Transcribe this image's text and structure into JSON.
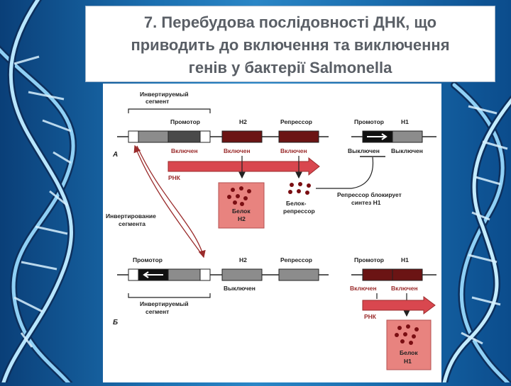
{
  "title": {
    "line1": "7. Перебудова послідовності ДНК, що",
    "line2": "приводить до включення та виключення",
    "line3": "генів  у бактерії Salmonella"
  },
  "figure": {
    "panel_a": {
      "label": "А",
      "inverted_segment_label": [
        "Инвертируемый",
        "сегмент"
      ],
      "promoter_label": "Промотор",
      "h2_label": "H2",
      "repressor_label": "Репрессор",
      "state_promoter": "Включен",
      "state_h2": "Включен",
      "state_repressor": "Включен",
      "rna_label": "РНК",
      "protein_h2_label": [
        "Белок",
        "H2"
      ],
      "protein_repressor_label": [
        "Белок-",
        "репрессор"
      ],
      "h1_promoter_label": "Промотор",
      "h1_label": "H1",
      "h1_state_promoter": "Выключен",
      "h1_state_gene": "Выключен",
      "repressor_note": [
        "Репрессор блокирует",
        "синтез H1"
      ]
    },
    "inversion_label": [
      "Инвертирование",
      "сегмента"
    ],
    "panel_b": {
      "label": "Б",
      "promoter_label": "Промотор",
      "h2_label": "H2",
      "repressor_label": "Репрессор",
      "state_h2": "Выключен",
      "inverted_segment_label": [
        "Инвертируемый",
        "сегмент"
      ],
      "h1_promoter_label": "Промотор",
      "h1_label": "H1",
      "h1_state_promoter": "Включен",
      "h1_state_gene": "Включен",
      "rna_label": "РНК",
      "protein_h1_label": [
        "Белок",
        "H1"
      ]
    },
    "colors": {
      "gene_dark_red": "#6b1414",
      "arrow_red": "#d9474f",
      "protein_box": "#e8837f",
      "dot": "#7a0e12",
      "segment_gray": "#8c8c8c",
      "line": "#222222"
    }
  }
}
